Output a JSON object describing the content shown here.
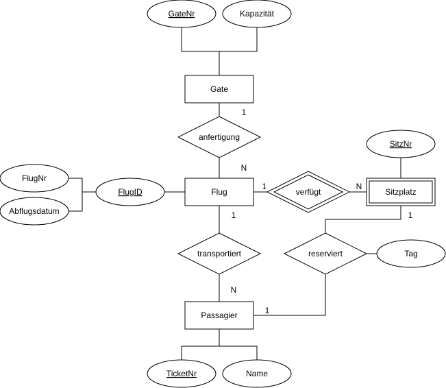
{
  "entities": {
    "gate": "Gate",
    "flug": "Flug",
    "sitzplatz": "Sitzplatz",
    "passagier": "Passagier"
  },
  "relationships": {
    "anfertigung": "anfertigung",
    "verfuegt": "verfügt",
    "transportiert": "transportiert",
    "reserviert": "reserviert"
  },
  "attributes": {
    "gatenr": "GateNr",
    "kapazitaet": "Kapazität",
    "sitznr": "SitzNr",
    "flugnr": "FlugNr",
    "abflugsdatum": "Abflugsdatum",
    "flugid": "FlugID",
    "tag": "Tag",
    "ticketnr": "TicketNr",
    "name": "Name"
  },
  "cardinalities": {
    "gate_anfertigung": "1",
    "flug_anfertigung": "N",
    "flug_verfuegt": "1",
    "sitzplatz_verfuegt": "N",
    "flug_transportiert": "1",
    "passagier_transportiert": "N",
    "sitzplatz_reserviert": "1",
    "passagier_reserviert": "1"
  }
}
